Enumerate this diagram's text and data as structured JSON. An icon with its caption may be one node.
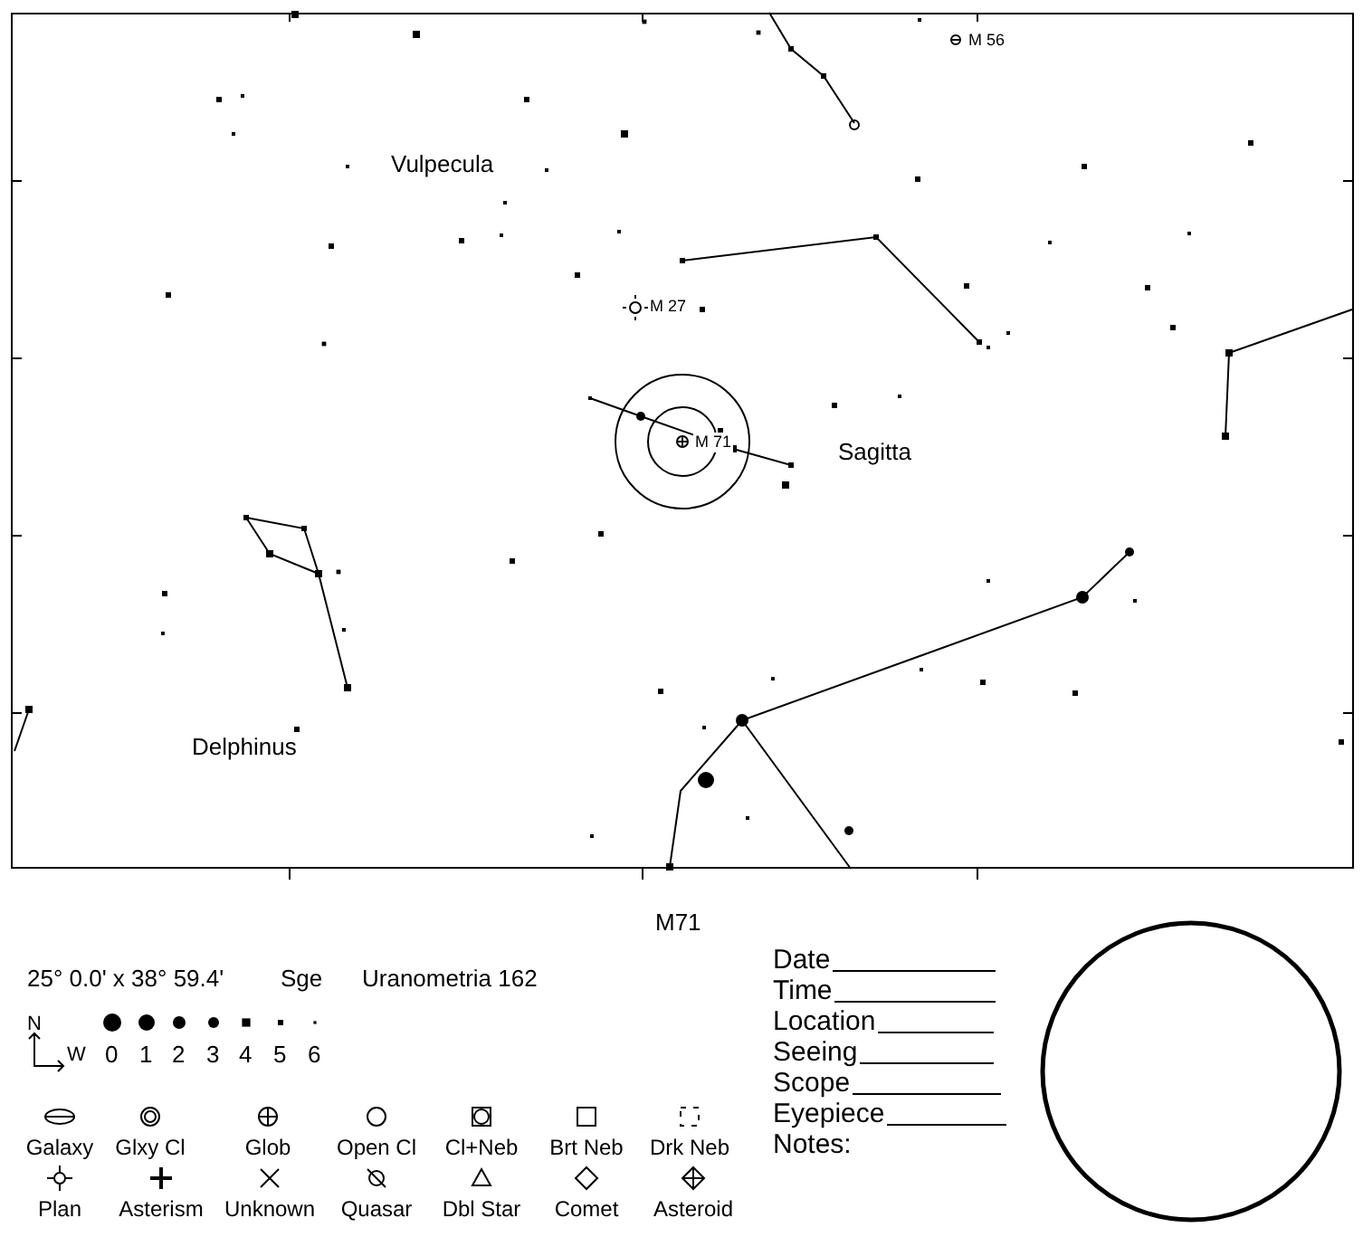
{
  "diagram": {
    "nodes": [
      {
        "text": [],
        "shape": "circle"
      }
    ],
    "labels": [
      "M 56",
      "Vulpecula",
      "M 27",
      "M 71",
      "Sagitta",
      "Delphinus",
      "M71",
      "25° 0.0' x 38° 59.4'",
      "Sge",
      "Uranometria 162",
      "N",
      "W",
      "0",
      "1",
      "2",
      "3",
      "4",
      "5",
      "6",
      "Date",
      "Time",
      "Location",
      "Seeing",
      "Scope",
      "Eyepiece",
      "Notes:"
    ],
    "legend": [
      {
        "text": "Galaxy"
      },
      {
        "text": "Glxy Cl"
      },
      {
        "text": "Glob"
      },
      {
        "text": "Open Cl"
      },
      {
        "text": "Cl+Neb"
      },
      {
        "text": "Brt Neb"
      },
      {
        "text": "Drk Neb"
      },
      {
        "text": "Plan"
      },
      {
        "text": "Asterism"
      },
      {
        "text": "Unknown"
      },
      {
        "text": "Quasar"
      },
      {
        "text": "Dbl Star"
      },
      {
        "text": "Comet"
      },
      {
        "text": "Asteroid"
      }
    ]
  }
}
